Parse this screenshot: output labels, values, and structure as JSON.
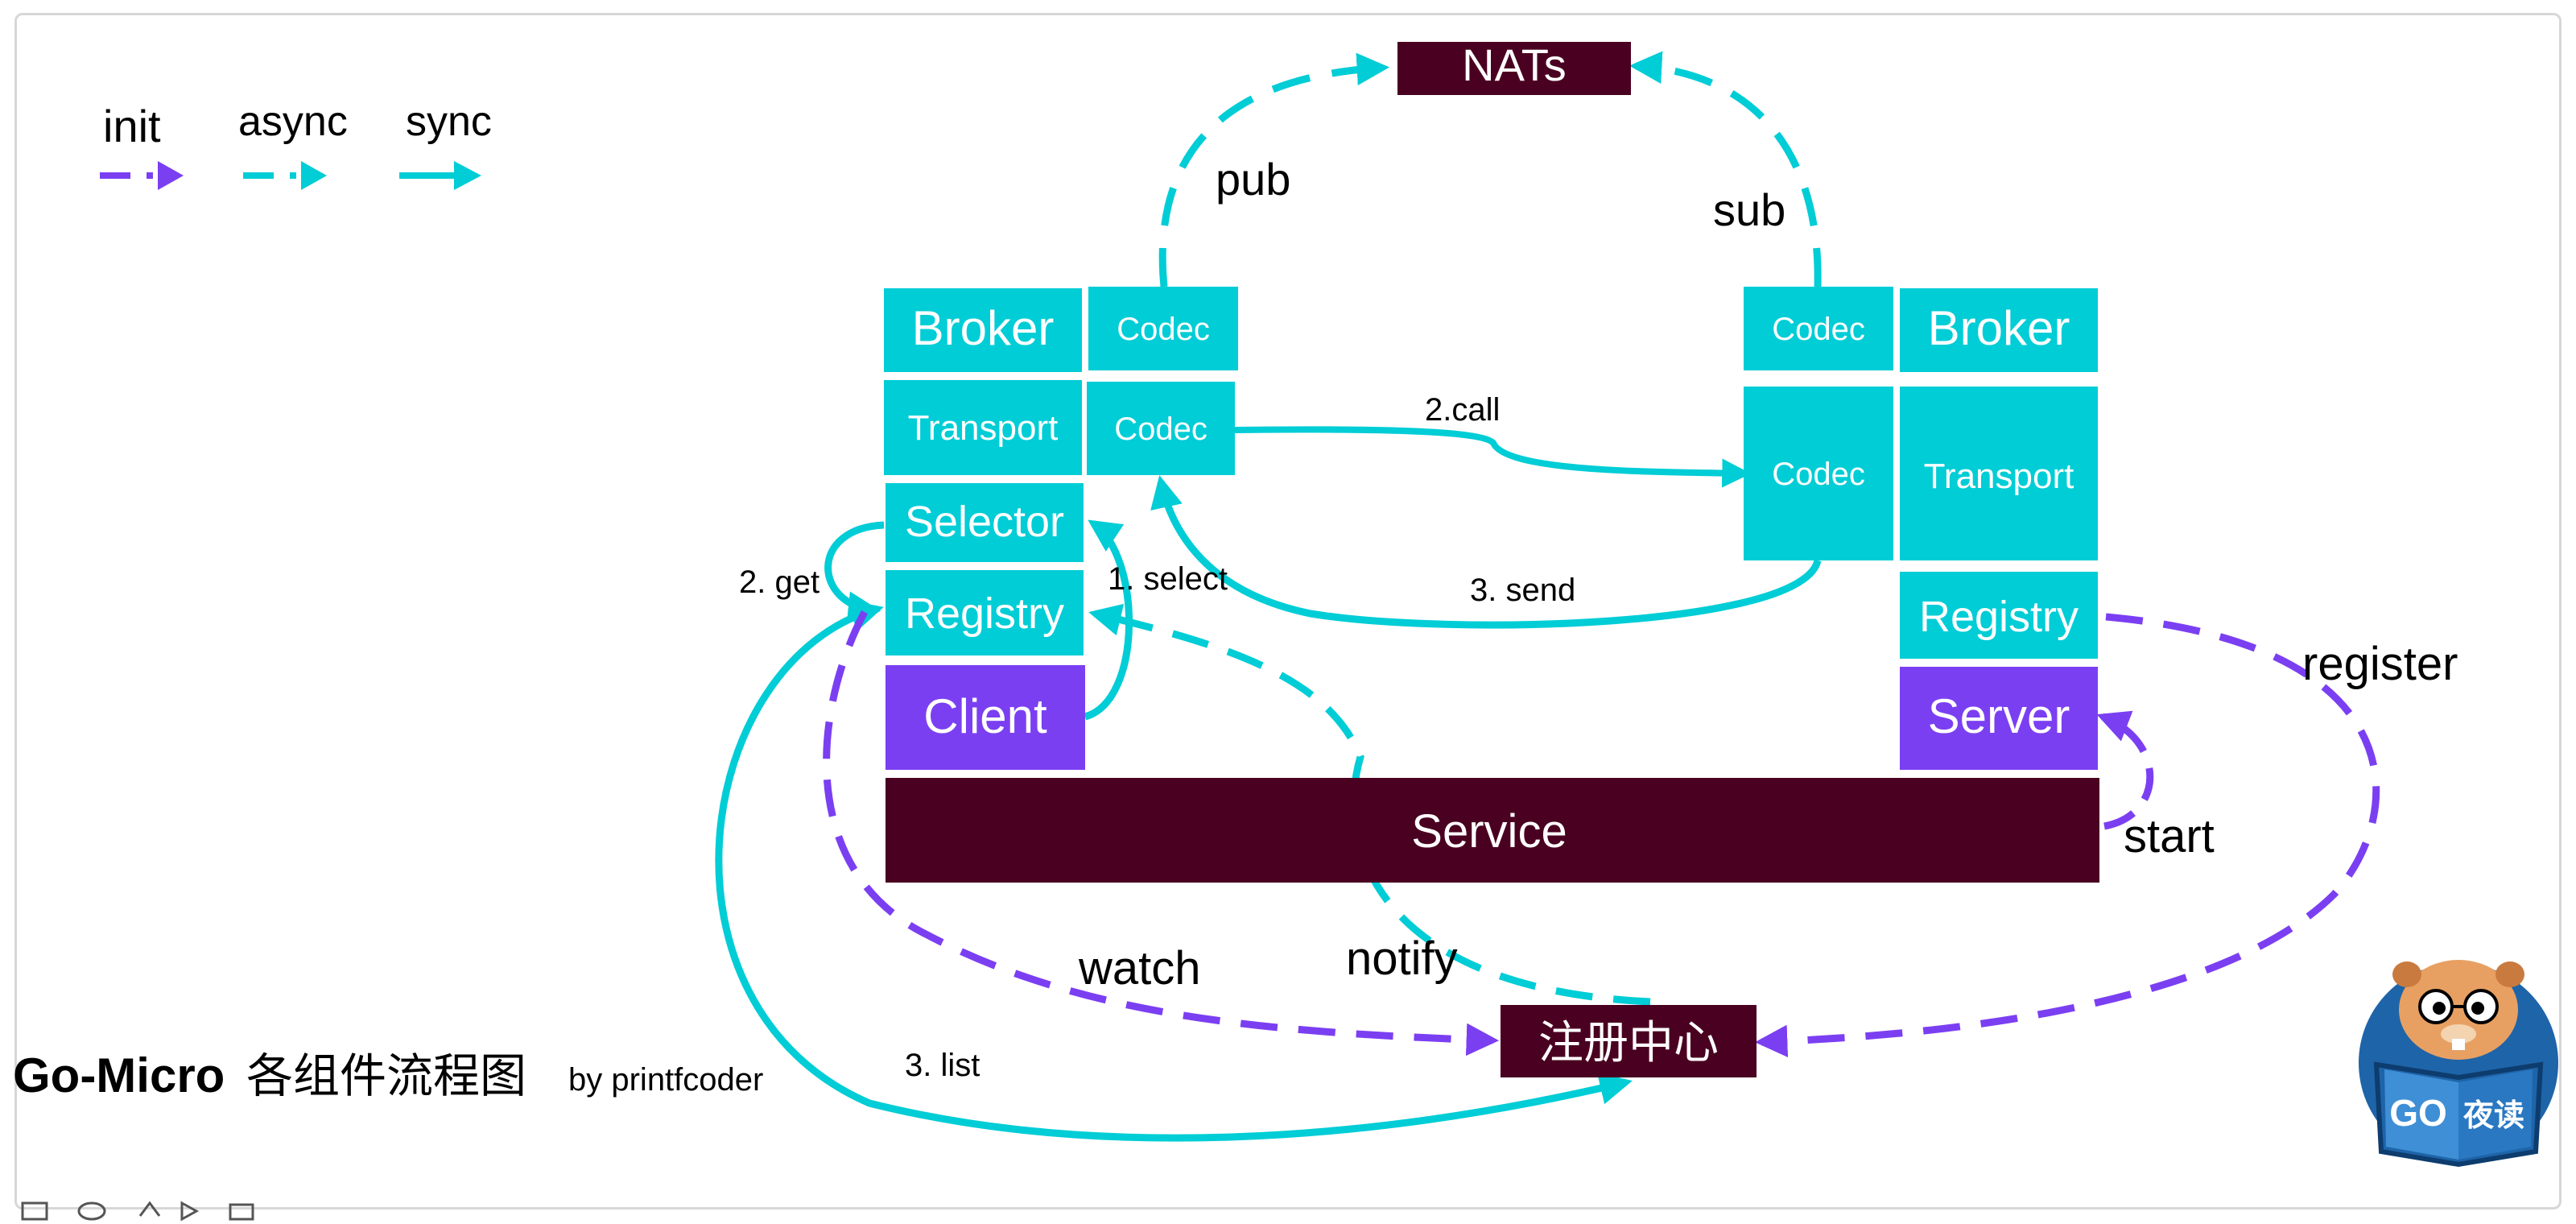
{
  "legend": {
    "init": "init",
    "async": "async",
    "sync": "sync"
  },
  "nodes": {
    "nats": "NATs",
    "client_broker": "Broker",
    "client_broker_codec": "Codec",
    "client_transport": "Transport",
    "client_transport_codec": "Codec",
    "selector": "Selector",
    "client_registry": "Registry",
    "client": "Client",
    "server_broker_codec": "Codec",
    "server_broker": "Broker",
    "server_transport_codec": "Codec",
    "server_transport": "Transport",
    "server_registry": "Registry",
    "server": "Server",
    "service": "Service",
    "registry_center": "注册中心"
  },
  "edges": {
    "pub": "pub",
    "sub": "sub",
    "call": "2.call",
    "send": "3. send",
    "get": "2. get",
    "select": "1. select",
    "register": "register",
    "start": "start",
    "watch": "watch",
    "notify": "notify",
    "list": "3. list"
  },
  "title": {
    "name": "Go-Micro",
    "subtitle": "各组件流程图",
    "author": "by printfcoder"
  },
  "logo": {
    "go": "GO",
    "text": "夜读"
  },
  "colors": {
    "teal": "#00cdd6",
    "purple": "#7b3ff2",
    "dark": "#4a0020",
    "white": "#ffffff",
    "black": "#000000",
    "logo_blue": "#1e64a8",
    "logo_orange": "#e8a062"
  }
}
